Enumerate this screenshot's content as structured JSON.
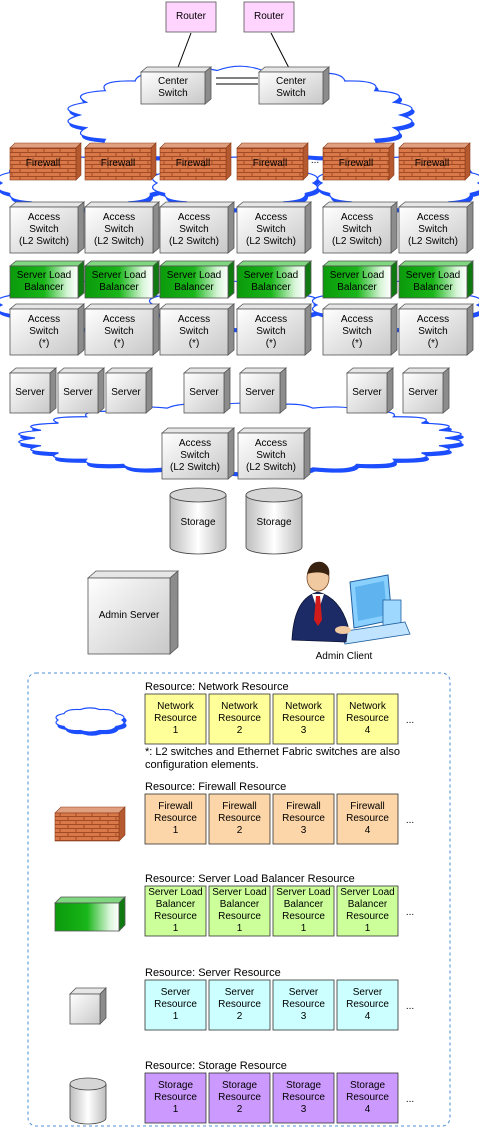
{
  "nodes": {
    "router": "Router",
    "center_switch": [
      "Center",
      "Switch"
    ],
    "firewall": "Firewall",
    "ellipsis": "...",
    "access_switch_l2": [
      "Access",
      "Switch",
      "(L2 Switch)"
    ],
    "slb": [
      "Server Load",
      "Balancer"
    ],
    "access_switch_star": [
      "Access",
      "Switch",
      "(*)"
    ],
    "server": "Server",
    "storage": "Storage",
    "admin_server": "Admin Server",
    "admin_client": "Admin Client"
  },
  "legend": {
    "network": {
      "title": "Resource: Network Resource",
      "items": [
        [
          "Network",
          "Resource",
          "1"
        ],
        [
          "Network",
          "Resource",
          "2"
        ],
        [
          "Network",
          "Resource",
          "3"
        ],
        [
          "Network",
          "Resource",
          "4"
        ]
      ],
      "note": [
        "*: L2 switches and Ethernet Fabric switches are also",
        "configuration elements."
      ]
    },
    "firewall": {
      "title": "Resource: Firewall Resource",
      "items": [
        [
          "Firewall",
          "Resource",
          "1"
        ],
        [
          "Firewall",
          "Resource",
          "2"
        ],
        [
          "Firewall",
          "Resource",
          "3"
        ],
        [
          "Firewall",
          "Resource",
          "4"
        ]
      ]
    },
    "slb": {
      "title": "Resource: Server Load Balancer Resource",
      "items": [
        [
          "Server Load",
          "Balancer",
          "Resource",
          "1"
        ],
        [
          "Server Load",
          "Balancer",
          "Resource",
          "1"
        ],
        [
          "Server Load",
          "Balancer",
          "Resource",
          "1"
        ],
        [
          "Server Load",
          "Balancer",
          "Resource",
          "1"
        ]
      ]
    },
    "server": {
      "title": "Resource: Server Resource",
      "items": [
        [
          "Server",
          "Resource",
          "1"
        ],
        [
          "Server",
          "Resource",
          "2"
        ],
        [
          "Server",
          "Resource",
          "3"
        ],
        [
          "Server",
          "Resource",
          "4"
        ]
      ]
    },
    "storage": {
      "title": "Resource: Storage Resource",
      "items": [
        [
          "Storage",
          "Resource",
          "1"
        ],
        [
          "Storage",
          "Resource",
          "2"
        ],
        [
          "Storage",
          "Resource",
          "3"
        ],
        [
          "Storage",
          "Resource",
          "4"
        ]
      ]
    }
  },
  "colors": {
    "router": "#ffd5ff",
    "network_resource": "#ffff99",
    "firewall_resource": "#fcd5a8",
    "slb_resource": "#ccff99",
    "server_resource": "#ccffff",
    "storage_resource": "#cc99ff",
    "cloud_outline": "#1a4dff",
    "slb_green": "#1ba81b",
    "brick": "#d9794a"
  },
  "icons": [
    "cloud-icon",
    "brick-wall-icon",
    "green-box-icon",
    "box-icon",
    "cylinder-icon",
    "person-at-computer-icon"
  ]
}
